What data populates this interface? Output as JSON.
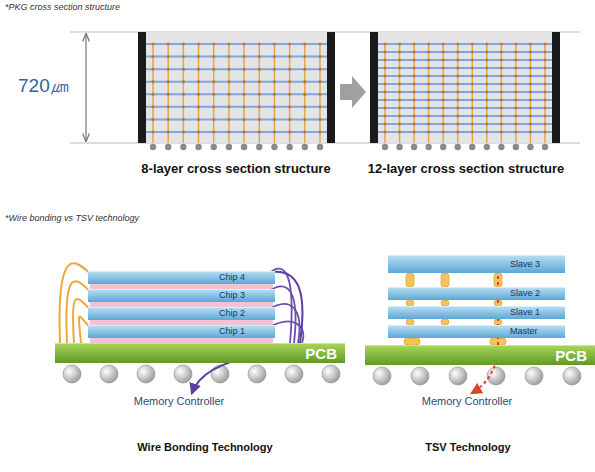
{
  "diagram": {
    "nodes": [
      {
        "text": [
          "Chip 4"
        ]
      },
      {
        "text": [
          "Chip 3"
        ]
      },
      {
        "text": [
          "Chip 2"
        ]
      },
      {
        "text": [
          "Chip 1"
        ]
      },
      {
        "text": [
          "PCB"
        ]
      },
      {
        "text": [
          "Slave 3"
        ]
      },
      {
        "text": [
          "Slave 2"
        ]
      },
      {
        "text": [
          "Slave 1"
        ]
      },
      {
        "text": [
          "Master"
        ]
      },
      {
        "text": [
          "PCB"
        ]
      }
    ],
    "labels": [
      "*PKG cross section structure",
      "720㎛",
      "8-layer cross section structure",
      "12-layer cross section structure",
      "*Wire bonding vs TSV technology",
      "Memory Controller",
      "Wire Bonding Technology",
      "Memory Controller",
      "TSV Technology"
    ]
  }
}
